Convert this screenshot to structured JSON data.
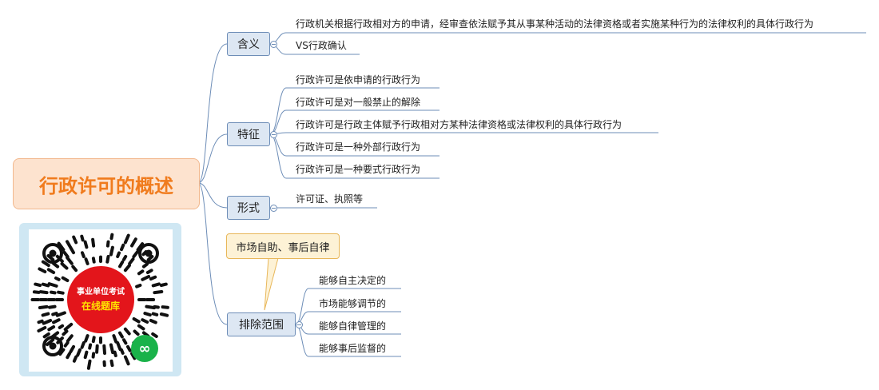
{
  "root": {
    "title": "行政许可的概述"
  },
  "branches": {
    "meaning": {
      "label": "含义",
      "items": [
        "行政机关根据行政相对方的申请，经审查依法赋予其从事某种活动的法律资格或者实施某种行为的法律权利的具体行政行为",
        "VS行政确认"
      ]
    },
    "features": {
      "label": "特征",
      "items": [
        "行政许可是依申请的行政行为",
        "行政许可是对一般禁止的解除",
        "行政许可是行政主体赋予行政相对方某种法律资格或法律权利的具体行政行为",
        "行政许可是一种外部行政行为",
        "行政许可是一种要式行政行为"
      ]
    },
    "form": {
      "label": "形式",
      "items": [
        "许可证、执照等"
      ]
    },
    "exclusion": {
      "label": "排除范围",
      "items": [
        "能够自主决定的",
        "市场能够调节的",
        "能够自律管理的",
        "能够事后监督的"
      ],
      "callout": "市场自助、事后自律"
    }
  },
  "qr": {
    "line1": "事业单位考试",
    "line2": "在线题库",
    "icon": "wechat-miniprogram-icon"
  },
  "colors": {
    "root_fill": "#fde3cf",
    "root_text": "#f07b1d",
    "branch_fill": "#dde7f3",
    "line": "#6d8db7",
    "callout_fill": "#fdf2d6",
    "qr_center": "#e3151b"
  }
}
